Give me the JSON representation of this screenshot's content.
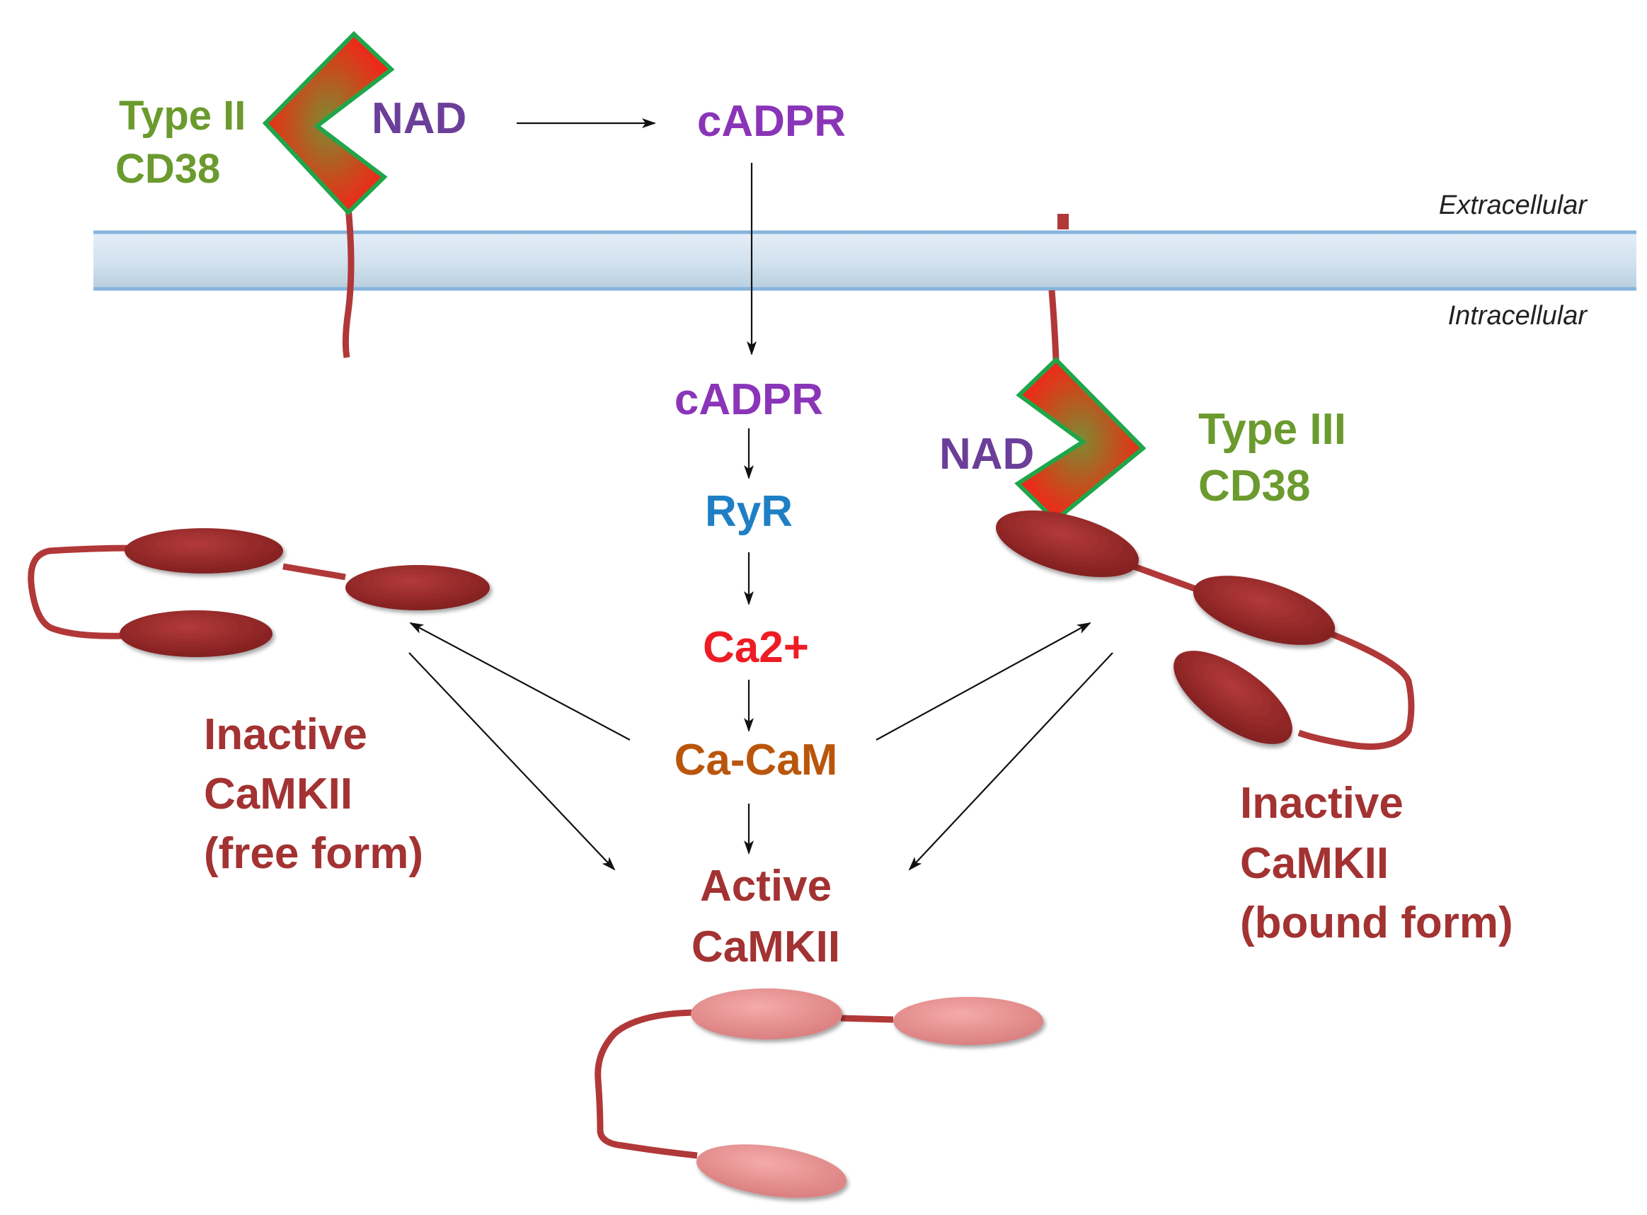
{
  "labels": {
    "extracellular": "Extracellular",
    "intracellular": "Intracellular",
    "type2_line1": "Type II",
    "type2_line2": "CD38",
    "type3_line1": "Type III",
    "type3_line2": "CD38",
    "nad_top": "NAD",
    "nad_inner": "NAD",
    "cadpr_out": "cADPR",
    "cadpr_in": "cADPR",
    "ryr": "RyR",
    "ca": "Ca2+",
    "cacam": "Ca-CaM",
    "active_line1": "Active",
    "active_line2": "CaMKII",
    "free_line1": "Inactive",
    "free_line2": "CaMKII",
    "free_line3": "(free form)",
    "bound_line1": "Inactive",
    "bound_line2": "CaMKII",
    "bound_line3": "(bound form)"
  },
  "colors": {
    "cd38_label": "#6b9a2e",
    "nad": "#6b3f99",
    "cadpr": "#8a35b8",
    "ryr": "#1f7fc4",
    "ca": "#ee1c24",
    "cacam": "#b9560c",
    "camkii_text": "#a33232",
    "inactive_domain": "#9b2626",
    "active_domain": "#e89090",
    "membrane": "#cfe0ee",
    "membrane_edge": "#86b5dd",
    "tether": "#b13838"
  }
}
